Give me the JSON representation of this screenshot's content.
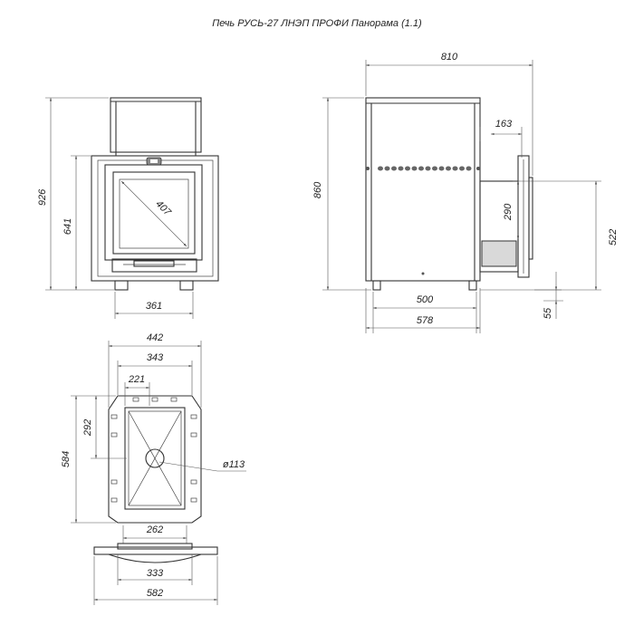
{
  "title": "Печь РУСЬ-27 ЛНЭП ПРОФИ Панорама (1.1)",
  "front_view": {
    "height_total": "926",
    "height_body": "641",
    "width_bottom": "361",
    "glass_diagonal": "407"
  },
  "side_view": {
    "width_total": "810",
    "height_total": "860",
    "tank_offset": "163",
    "firebox_height": "290",
    "door_height": "522",
    "base_width": "500",
    "body_width": "578",
    "leg_height": "55"
  },
  "top_view": {
    "width_outer": "442",
    "width_mid": "343",
    "width_inner": "221",
    "depth_half": "292",
    "depth_total": "584",
    "hole_diameter": "ø113",
    "bottom_width": "262"
  },
  "base_plate": {
    "width_top": "333",
    "width_total": "582"
  }
}
